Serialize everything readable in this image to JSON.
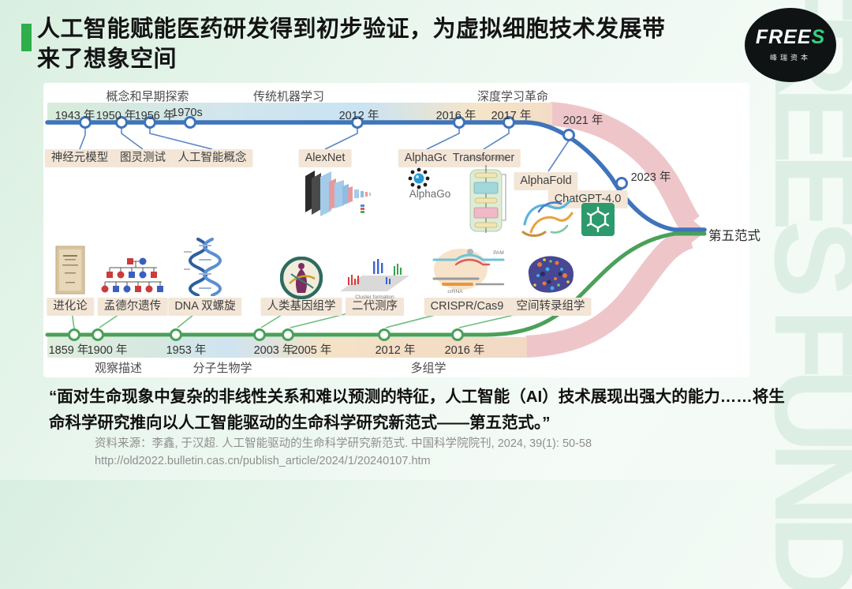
{
  "header": {
    "title": "人工智能赋能医药研发得到初步验证，为虚拟细胞技术发展带来了想象空间",
    "logo": {
      "text": "FREE",
      "accent": "S",
      "subtext": "峰瑞资本"
    }
  },
  "watermark": "FREES FUND",
  "diagram": {
    "ai_track": {
      "eras": [
        "概念和早期探索",
        "传统机器学习",
        "深度学习革命"
      ],
      "milestones": [
        {
          "year": "1943 年",
          "label": "神经元模型"
        },
        {
          "year": "1950 年",
          "label": "图灵测试"
        },
        {
          "year": "1956 年",
          "label": "人工智能概念"
        },
        {
          "year": "1970s",
          "label": ""
        },
        {
          "year": "2012 年",
          "label": "AlexNet"
        },
        {
          "year": "2016 年",
          "label": "AlphaGo"
        },
        {
          "year": "2017 年",
          "label": "Transformer"
        },
        {
          "year": "2021 年",
          "label": "AlphaFold"
        },
        {
          "year": "2023 年",
          "label": "ChatGPT-4.0"
        }
      ],
      "alphago_caption": "AlphaGo",
      "transformer_caption": "Encoder Outputs"
    },
    "bio_track": {
      "eras": [
        "观察描述",
        "分子生物学",
        "多组学"
      ],
      "milestones": [
        {
          "year": "1859 年",
          "label": "进化论"
        },
        {
          "year": "1900 年",
          "label": "孟德尔遗传"
        },
        {
          "year": "1953 年",
          "label": "DNA 双螺旋"
        },
        {
          "year": "2003 年",
          "label": "人类基因组学"
        },
        {
          "year": "2005 年",
          "label": "二代测序"
        },
        {
          "year": "2012 年",
          "label": "CRISPR/Cas9"
        },
        {
          "year": "2016 年",
          "label": "空间转录组学"
        }
      ],
      "ngs_caption": "Cluster formation",
      "crispr_labels": {
        "pam": "PAM",
        "crrna": "crRNA"
      }
    },
    "outcome": "第五范式"
  },
  "quote": "“面对生命现象中复杂的非线性关系和难以预测的特征，人工智能（AI）技术展现出强大的能力……将生命科学研究推向以人工智能驱动的生命科学研究新范式——第五范式。”",
  "source": {
    "citation": "资料来源：李鑫, 于汉超. 人工智能驱动的生命科学研究新范式. 中国科学院院刊, 2024, 39(1): 50-58",
    "url": "http://old2022.bulletin.cas.cn/publish_article/2024/1/20240107.htm"
  },
  "colors": {
    "accent_green": "#2fae4a",
    "track_blue": "#3f74bb",
    "track_green": "#4ba05a",
    "band_pink": "#eec6ca",
    "openai_green": "#2d9a6e"
  }
}
